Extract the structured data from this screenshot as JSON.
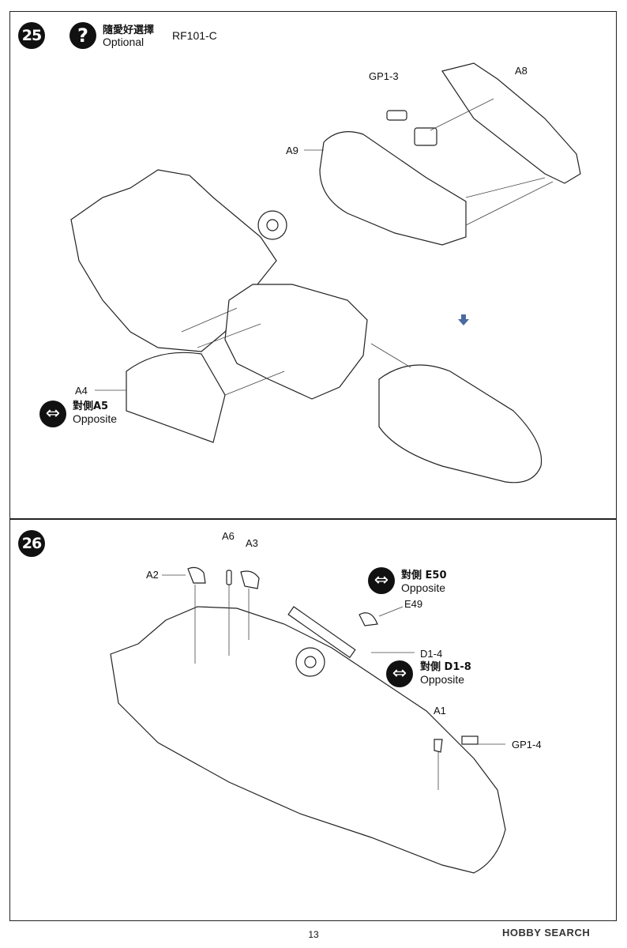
{
  "steps": [
    {
      "number": "25",
      "badge_icon": "question-icon",
      "optional_cjk": "隨愛好選擇",
      "optional_en": "Optional",
      "variant": "RF101-C",
      "labels": {
        "gp1_3": "GP1-3",
        "a8": "A8",
        "a9": "A9",
        "a4": "A4",
        "opposite_cjk": "對側A5",
        "opposite_en": "Opposite"
      }
    },
    {
      "number": "26",
      "labels": {
        "a6": "A6",
        "a3": "A3",
        "a2": "A2",
        "e50_cjk": "對側 E50",
        "e50_en": "Opposite",
        "e49": "E49",
        "d1_4": "D1-4",
        "d1_8_cjk": "對側 D1-8",
        "d1_8_en": "Opposite",
        "a1": "A1",
        "gp1_4": "GP1-4"
      }
    }
  ],
  "page_number": "13",
  "watermark": "HOBBY SEARCH"
}
